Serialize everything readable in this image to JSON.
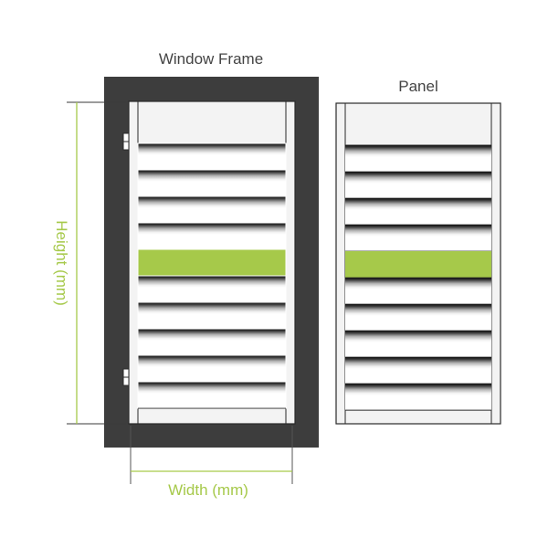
{
  "labels": {
    "frame_title": "Window Frame",
    "panel_title": "Panel",
    "height_label": "Height (mm)",
    "width_label": "Width (mm)"
  },
  "colors": {
    "frame": "#3d3d3d",
    "accent": "#a6c94a",
    "slat_fill": "#f3f3f3",
    "outline": "#2a2a2a",
    "text": "#444444"
  },
  "shutter": {
    "louver_count": 10,
    "highlighted_louver": 5
  }
}
